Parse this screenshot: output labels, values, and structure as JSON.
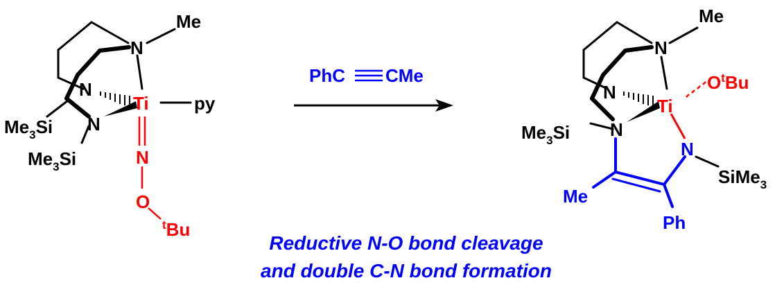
{
  "colors": {
    "bond": "#000000",
    "metal_fragment": "#ff0000",
    "new_bonds": "#0000ff",
    "caption": "#0000ff"
  },
  "reactant": {
    "methyl": "Me",
    "amine_n": "N",
    "amide_n1": "N",
    "amide_n2": "N",
    "metal": "Ti",
    "pyridine": "py",
    "silyl1_prefix": "Me",
    "silyl1_sub": "3",
    "silyl1_suffix": "Si",
    "silyl2_prefix": "Me",
    "silyl2_sub": "3",
    "silyl2_suffix": "Si",
    "imido_n": "N",
    "oxygen": "O",
    "tbu_sup": "t",
    "tbu": "Bu"
  },
  "reagent": {
    "left": "PhC",
    "right": "CMe"
  },
  "product": {
    "methyl": "Me",
    "amine_n": "N",
    "amide_n1": "N",
    "amide_n2": "N",
    "metal": "Ti",
    "alkoxide_o": "O",
    "tbu_sup": "t",
    "tbu": "Bu",
    "silyl_prefix": "Me",
    "silyl_sub": "3",
    "silyl_suffix": "Si",
    "ring_n": "N",
    "ring_silyl_prefix": "SiMe",
    "ring_silyl_sub": "3",
    "ring_methyl": "Me",
    "ring_phenyl": "Ph"
  },
  "caption": {
    "line1": "Reductive N-O bond cleavage",
    "line2": "and double C-N bond formation"
  }
}
